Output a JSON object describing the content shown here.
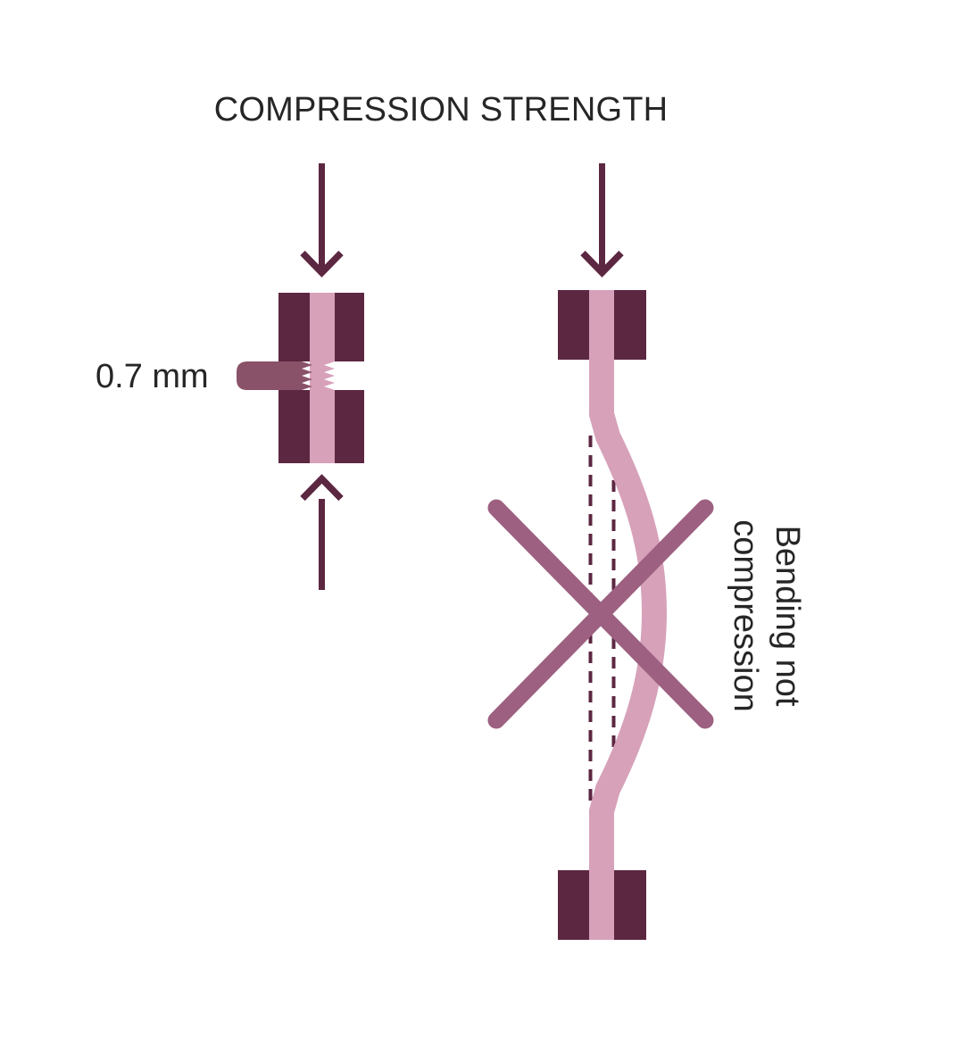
{
  "title": "COMPRESSION STRENGTH",
  "labels": {
    "thickness": "0.7 mm",
    "bending_note": "Bending not\ncompression"
  },
  "colors": {
    "background": "#ffffff",
    "text": "#262626",
    "plum": "#5c2741",
    "pink": "#d7a1ba",
    "mauve": "#8a5269",
    "cross": "#9d6080"
  },
  "icons": {
    "left_top_arrow": "down-arrow-icon",
    "left_bottom_arrow": "up-arrow-icon",
    "right_top_arrow": "down-arrow-icon",
    "rejection_cross": "x-cross-icon"
  }
}
